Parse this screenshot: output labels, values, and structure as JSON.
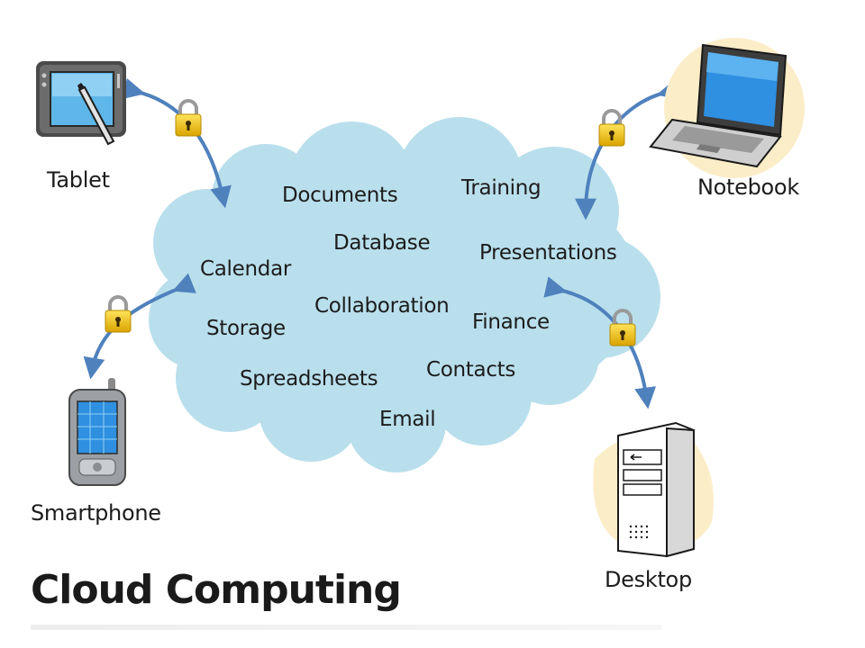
{
  "title": "Cloud Computing",
  "cloud": {
    "services": [
      "Documents",
      "Training",
      "Database",
      "Presentations",
      "Calendar",
      "Collaboration",
      "Finance",
      "Storage",
      "Contacts",
      "Spreadsheets",
      "Email"
    ]
  },
  "devices": {
    "tablet": "Tablet",
    "notebook": "Notebook",
    "smartphone": "Smartphone",
    "desktop": "Desktop"
  },
  "colors": {
    "cloud_fill": "#b9dfec",
    "cloud_stroke": "#a6d2e2",
    "arrow": "#4f81bd",
    "lock": "#f2c300",
    "device_backdrop": "#fbedc8"
  }
}
